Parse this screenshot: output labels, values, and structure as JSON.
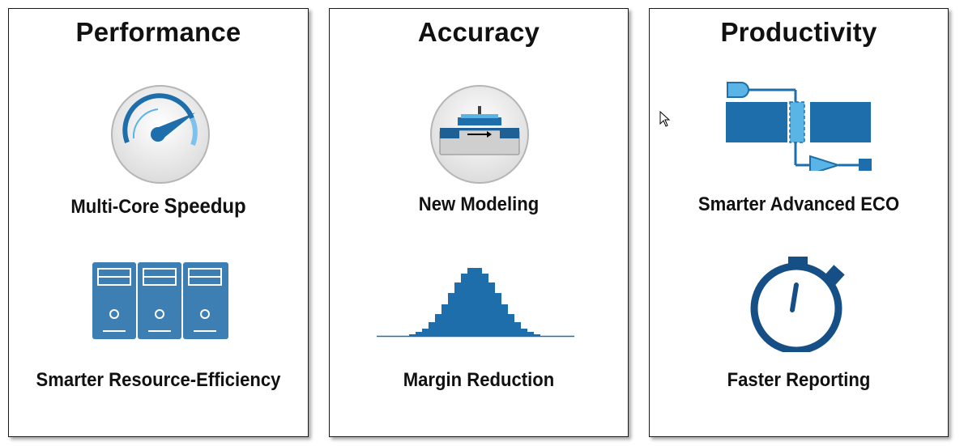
{
  "panels": [
    {
      "title": "Performance",
      "feature_1": {
        "label_a": "Multi-Core",
        "label_b": "Speedup",
        "icon": "speedometer-icon"
      },
      "feature_2": {
        "label": "Smarter Resource-Efficiency",
        "icon": "servers-icon"
      }
    },
    {
      "title": "Accuracy",
      "feature_1": {
        "label": "New Modeling",
        "icon": "transistor-icon"
      },
      "feature_2": {
        "label": "Margin Reduction",
        "icon": "distribution-icon"
      }
    },
    {
      "title": "Productivity",
      "feature_1": {
        "label": "Smarter Advanced ECO",
        "icon": "eco-circuit-icon"
      },
      "feature_2": {
        "label": "Faster Reporting",
        "icon": "stopwatch-icon"
      }
    }
  ],
  "colors": {
    "accent_blue": "#1e6eab",
    "light_blue": "#5ab4e6",
    "server_blue": "#3d7fb3",
    "stopwatch_blue": "#154f86"
  }
}
